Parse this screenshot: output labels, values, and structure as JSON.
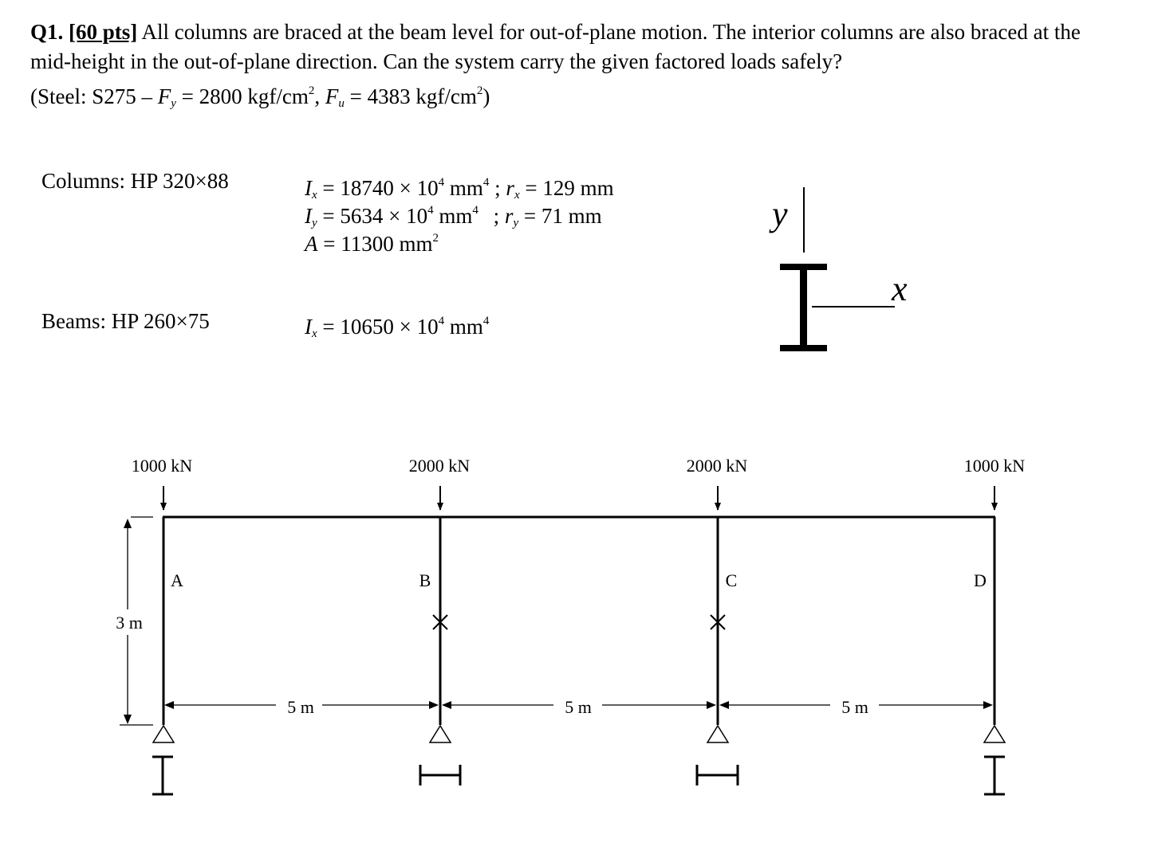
{
  "question": {
    "number": "Q1.",
    "points": "[60 pts]",
    "text": "All columns are braced at the beam level for out-of-plane motion. The interior columns are also braced at the mid-height in the out-of-plane direction. Can the system carry the given factored loads safely?",
    "steel_prefix": "(Steel: S275 – ",
    "fy_symbol": "F",
    "fy_sub": "y",
    "fy_value": " = 2800 kgf/cm",
    "fu_symbol": "F",
    "fu_sub": "u",
    "fu_value": " = 4383 kgf/cm",
    "exp2": "2",
    "close": ")"
  },
  "columns": {
    "label": "Columns: HP 320×88",
    "ix_sym": "I",
    "ix_sub": "x",
    "ix_val": " = 18740 × 10",
    "ix_unit": " mm",
    "rx_sym": "r",
    "rx_sub": "x",
    "rx_val": " = 129 mm",
    "iy_sym": "I",
    "iy_sub": "y",
    "iy_val": " = 5634 × 10",
    "iy_unit": " mm",
    "ry_sym": "r",
    "ry_sub": "y",
    "ry_val": " = 71 mm",
    "a_sym": "A",
    "a_val": " = 11300 mm",
    "exp4": "4",
    "exp2": "2",
    "sep": " ; "
  },
  "beams": {
    "label": "Beams: HP 260×75",
    "ix_sym": "I",
    "ix_sub": "x",
    "ix_val": " = 10650 × 10",
    "ix_unit": " mm",
    "exp4": "4"
  },
  "axes_icon": {
    "y": "y",
    "x": "x"
  },
  "frame": {
    "loads": [
      "1000 kN",
      "2000 kN",
      "2000 kN",
      "1000 kN"
    ],
    "columns": [
      "A",
      "B",
      "C",
      "D"
    ],
    "height_label": "3 m",
    "spans": [
      "5 m",
      "5 m",
      "5 m"
    ]
  }
}
